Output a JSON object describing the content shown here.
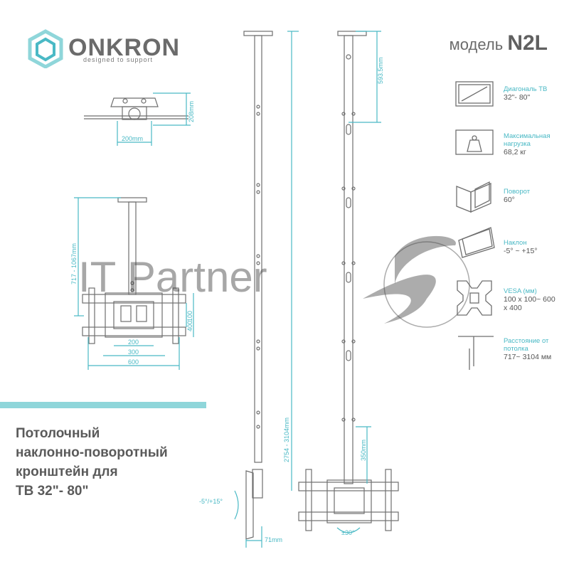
{
  "brand": {
    "name": "ONKRON",
    "tagline": "designed to support"
  },
  "model": {
    "prefix": "модель",
    "code": "N2L"
  },
  "specs": [
    {
      "label": "Диагональ ТВ",
      "value": "32\"- 80\"",
      "icon": "tv-diagonal-icon"
    },
    {
      "label": "Максимальная нагрузка",
      "value": "68,2 кг",
      "icon": "weight-icon"
    },
    {
      "label": "Поворот",
      "value": "60°",
      "icon": "swivel-icon"
    },
    {
      "label": "Наклон",
      "value": "-5° ~ +15°",
      "icon": "tilt-icon"
    },
    {
      "label": "VESA (мм)",
      "value": "100 x 100~ 600 x 400",
      "icon": "vesa-plate-icon"
    },
    {
      "label": "Расстояние от потолка",
      "value": "717~ 3104 мм",
      "icon": "ceiling-distance-icon"
    }
  ],
  "title_lines": [
    "Потолочный",
    "наклонно-поворотный",
    "кронштейн для",
    "ТВ 32\"- 80\""
  ],
  "watermark": "IT Partner",
  "dimensions": {
    "top_width": "200mm",
    "top_depth": "208mm",
    "short_height": "717 - 1067mm",
    "vesa_200": "200",
    "vesa_300": "300",
    "vesa_600": "600",
    "vesa_100": "100",
    "vesa_400": "400",
    "tilt": "-5°/+15°",
    "depth_71": "71mm",
    "full_height": "2754 - 3104mm",
    "upper_section": "593.5mm",
    "lower_section": "350mm",
    "swivel": "±30°"
  },
  "colors": {
    "accent": "#4ab9c5",
    "accent_light": "#8fd6da",
    "text": "#555555",
    "drawing": "#6f6f6f"
  }
}
